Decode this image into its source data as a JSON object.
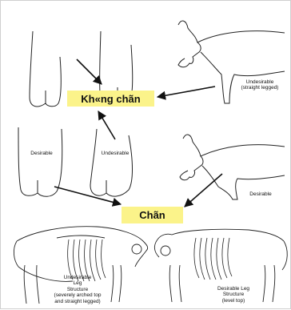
{
  "labels": {
    "not_correct": "Kh«ng chãn",
    "correct": "Chãn"
  },
  "captions": {
    "undesirable_straight": [
      "Undesirable",
      "(straight legged)"
    ],
    "desirable_left": "Desirable",
    "undesirable_middle": "Undesirable",
    "desirable_right": "Desirable",
    "skeleton_left": [
      "Undesirable",
      "Leg",
      "Structure",
      "(severely arched top",
      "and straight legged)"
    ],
    "skeleton_right": [
      "Desirable Leg",
      "Structure",
      "(level top)"
    ]
  },
  "colors": {
    "highlight": "#fbf38a",
    "line": "#222222"
  }
}
